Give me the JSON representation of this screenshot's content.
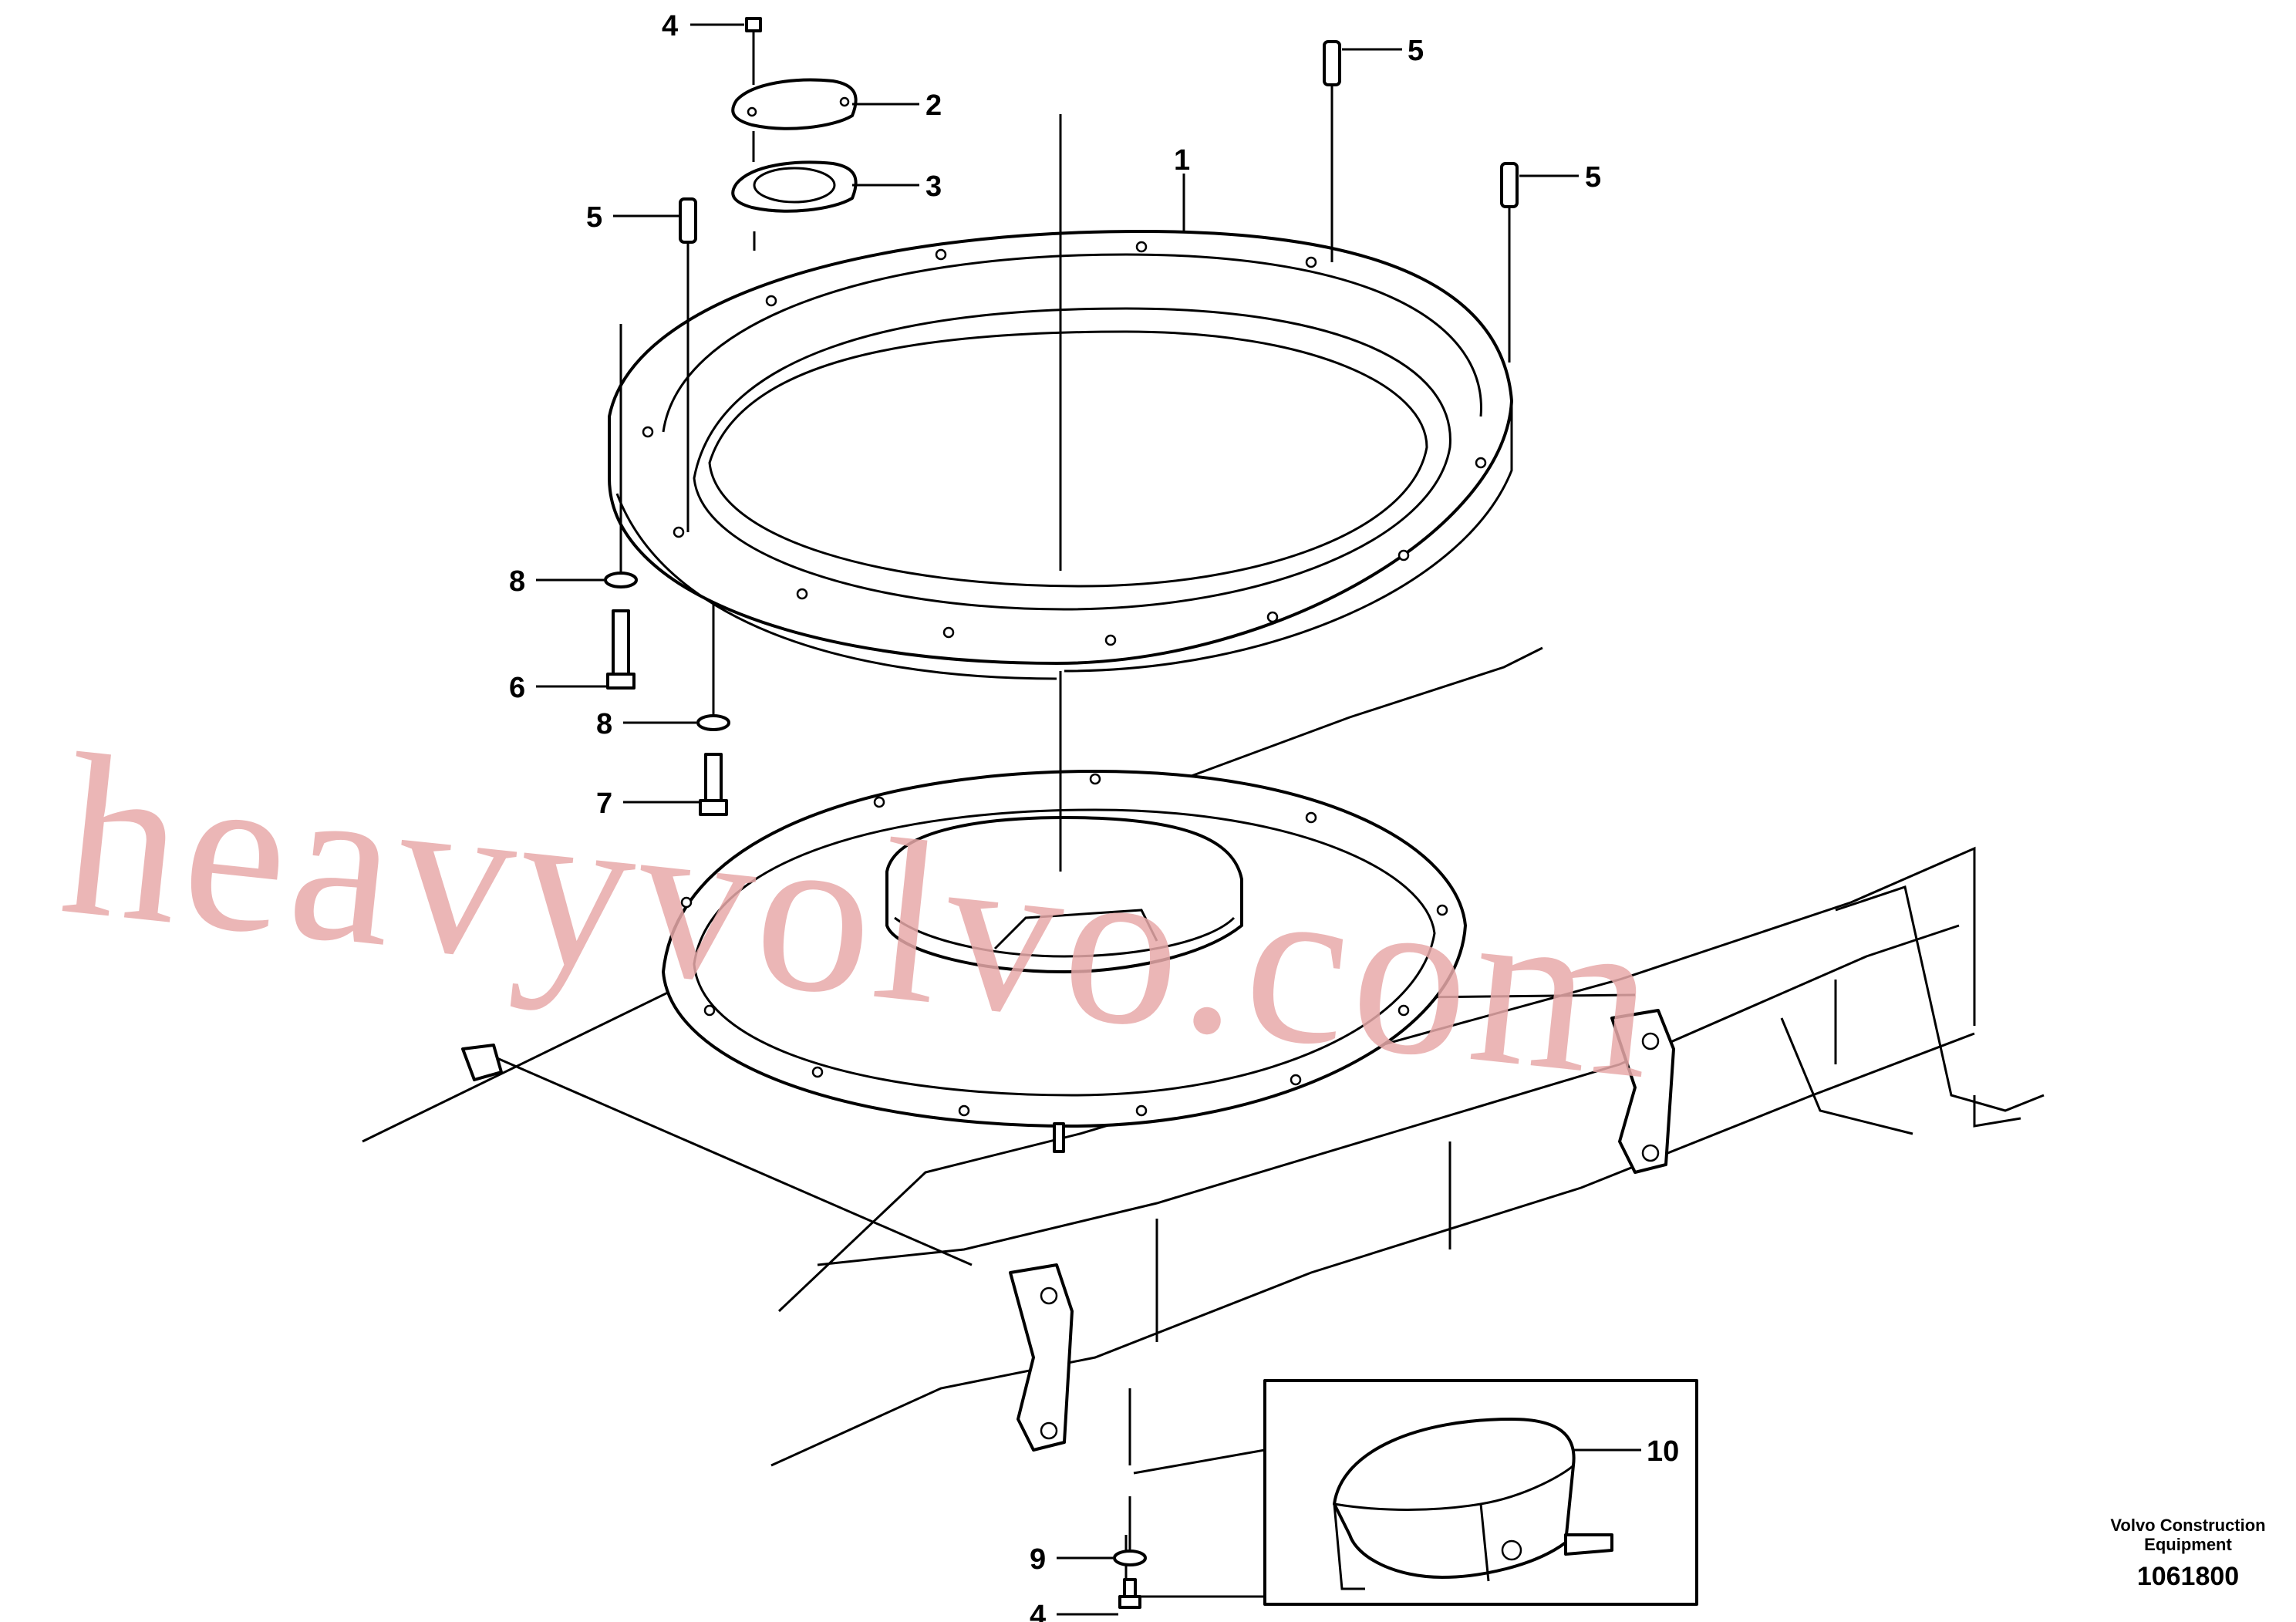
{
  "callouts": {
    "c1": "1",
    "c2": "2",
    "c3": "3",
    "c4_top": "4",
    "c4_bottom": "4",
    "c5_left": "5",
    "c5_top": "5",
    "c5_right": "5",
    "c6": "6",
    "c7": "7",
    "c8_upper": "8",
    "c8_lower": "8",
    "c9": "9",
    "c10": "10"
  },
  "footer": {
    "company_line1": "Volvo Construction",
    "company_line2": "Equipment",
    "drawing_number": "1061800"
  },
  "watermark": "heavyvolvo.com"
}
